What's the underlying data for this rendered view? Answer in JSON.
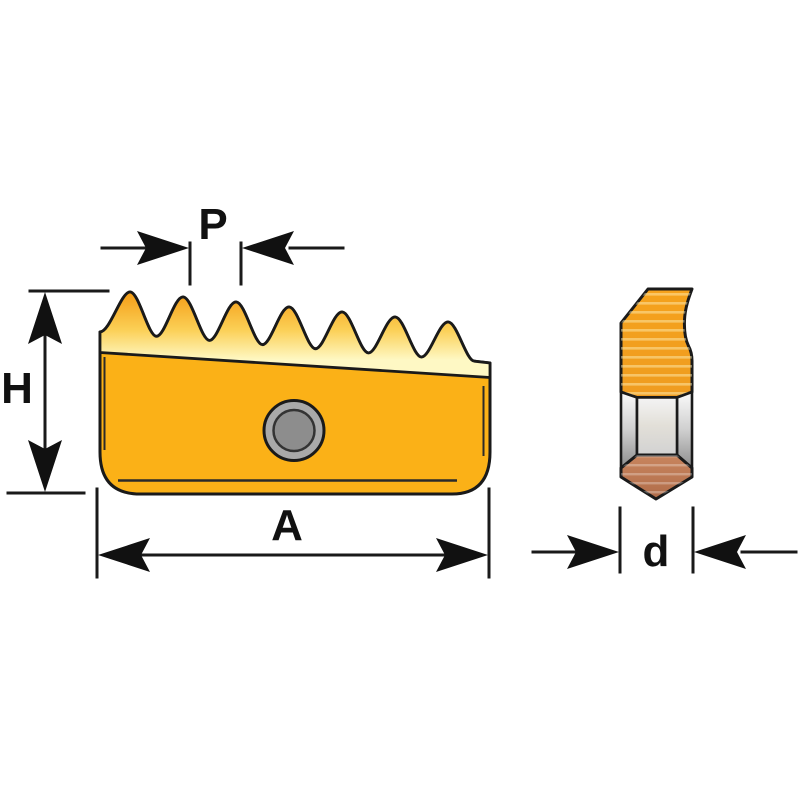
{
  "figure": {
    "type": "technical-drawing",
    "subject": "threading-insert front view and side cross-section with dimension callouts",
    "dimensions": {
      "pitch_label": "P",
      "height_label": "H",
      "length_label": "A",
      "width_label": "d"
    },
    "front_view": {
      "description": "insert body with 7 serrated thread teeth on slanted top face and central mounting hole",
      "teeth_count": 7
    },
    "side_view": {
      "description": "insert section showing chip-breaker notch, countersunk screw hole and pointed brown seat"
    },
    "colors": {
      "background": "#FFFFFF",
      "outline_black": "#1A1A1A",
      "insert_orange": "#FBB117",
      "teeth_top_orange": "#F49C15",
      "top_face_cream": "#FDF6BE",
      "hole_outer_gray": "#A9A9A9",
      "hole_inner_gray": "#8D8D8D",
      "countersink_gray_light": "#FAFAFA",
      "countersink_gray_dark": "#8A8A8A",
      "seat_brown": "#C0794F"
    }
  }
}
